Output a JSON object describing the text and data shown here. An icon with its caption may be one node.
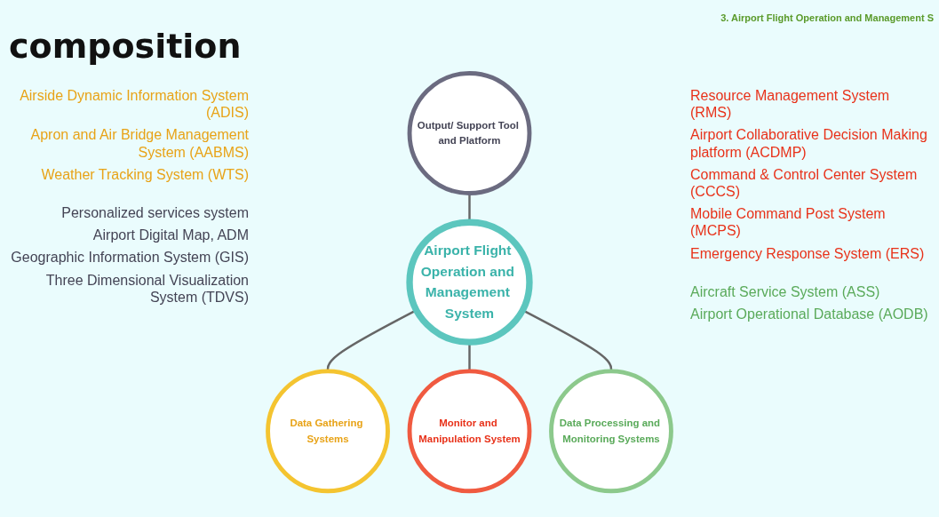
{
  "diagram": {
    "title": "composition",
    "nodes": [
      {
        "text": [
          "Data Gathering Systems"
        ],
        "beside": [
          "Airside Dynamic Information System (ADIS)",
          "Apron and Air Bridge Management System (AABMS)",
          "Weather Tracking System (WTS)"
        ]
      },
      {
        "text": [
          "Output/ Support Tool and Platform"
        ],
        "beside": [
          "Personalized services system",
          "Airport Digital Map, ADM",
          "Geographic Information System (GIS)",
          "Three Dimensional Visualization System (TDVS)"
        ]
      },
      {
        "text": [
          "Airport Flight Operation and Management System"
        ]
      },
      {
        "text": [
          "Monitor and Manipulation System"
        ],
        "beside": [
          "Resource Management System (RMS)",
          "Airport Collaborative Decision Making platform (ACDMP)",
          "Command & Control Center System (CCCS)",
          "Mobile Command Post System (MCPS)",
          "Emergency Response System (ERS)"
        ]
      },
      {
        "text": [
          "Data Processing and Monitoring Systems"
        ],
        "beside": [
          "Aircraft Service System (ASS)",
          "Airport Operational Database (AODB)"
        ]
      }
    ],
    "edges": [
      {
        "from": 2,
        "to": 0,
        "arrow": "none"
      },
      {
        "from": 1,
        "to": 2,
        "arrow": "none"
      },
      {
        "from": 2,
        "to": 3,
        "arrow": "none"
      },
      {
        "from": 2,
        "to": 4,
        "arrow": "none"
      }
    ],
    "labels": [
      "3. Airport Flight Operation and Management S"
    ]
  }
}
